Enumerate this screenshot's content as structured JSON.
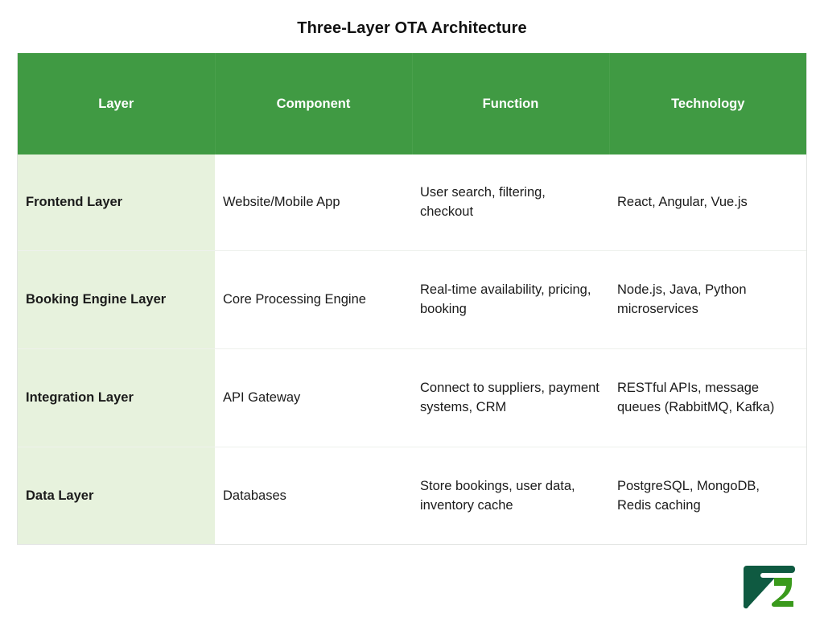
{
  "page": {
    "title": "Three-Layer OTA Architecture",
    "background_color": "#ffffff"
  },
  "colors": {
    "header_green": "#409a43",
    "layer_column_green": "#e7f2dd",
    "table_border": "#e2e4e2",
    "text": "#1b1b1b",
    "logo_dark_green": "#0f5a41",
    "logo_bright_green": "#3a9a1c"
  },
  "table": {
    "name": "three-layer-ota-architecture-table",
    "columns": [
      {
        "key": "layer",
        "label": "Layer"
      },
      {
        "key": "component",
        "label": "Component"
      },
      {
        "key": "function",
        "label": "Function"
      },
      {
        "key": "technology",
        "label": "Technology"
      }
    ],
    "rows": [
      {
        "layer": "Frontend Layer",
        "component": "Website/Mobile App",
        "function": "User search, filtering, checkout",
        "technology": "React, Angular, Vue.js"
      },
      {
        "layer": "Booking Engine Layer",
        "component": "Core Processing Engine",
        "function": "Real-time availability, pricing, booking",
        "technology": "Node.js, Java, Python microservices"
      },
      {
        "layer": "Integration Layer",
        "component": "API Gateway",
        "function": "Connect to suppliers, payment systems, CRM",
        "technology": "RESTful APIs, message queues (RabbitMQ, Kafka)"
      },
      {
        "layer": "Data Layer",
        "component": "Databases",
        "function": "Store bookings, user data, inventory cache",
        "technology": "PostgreSQL, MongoDB, Redis caching"
      }
    ]
  },
  "logo": {
    "name": "brand-logo-icon",
    "description": "square mark with dark green F/7 shape and bright green Z shape"
  }
}
